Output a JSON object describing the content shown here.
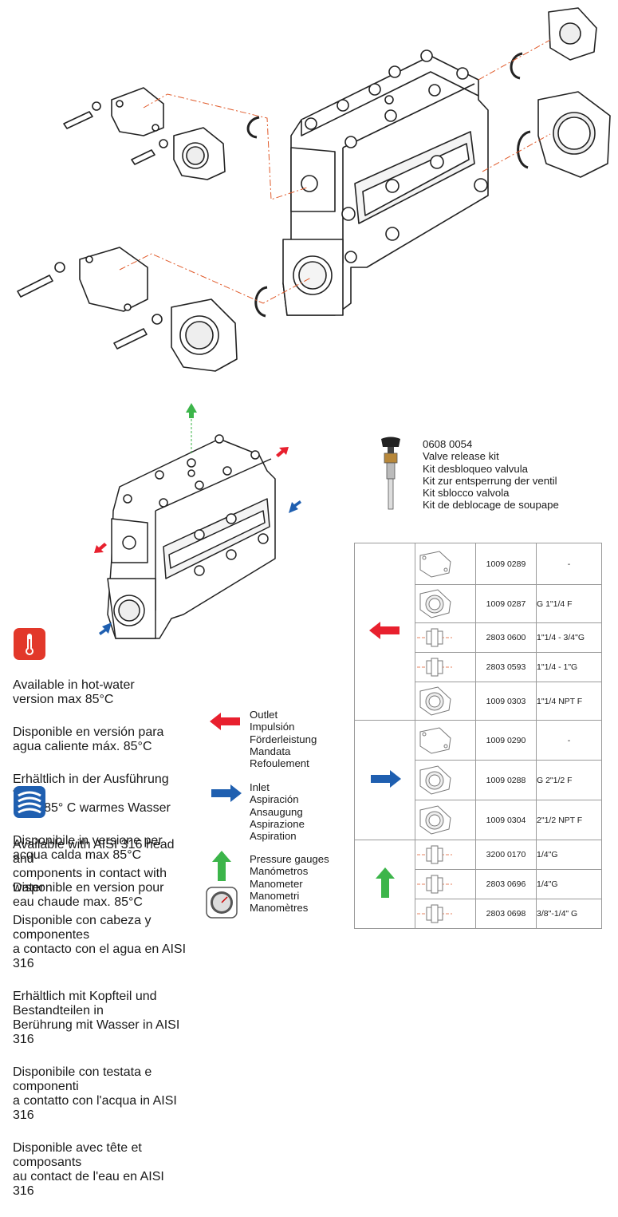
{
  "kit": {
    "code": "0608 0054",
    "names": [
      "Valve release kit",
      "Kit desbloqueo valvula",
      "Kit zur entsperrung der ventil",
      "Kit sblocco valvola",
      "Kit de deblocage de soupape"
    ]
  },
  "info_hot_water": [
    "Available in hot-water\nversion max 85°C",
    "Disponible en versión para\nagua caliente máx. 85°C",
    "Erhältlich in der Ausführung für\nmax. 85° C warmes Wasser",
    "Disponibile in versione per\nacqua calda max 85°C",
    "Disponible en version pour\neau chaude max. 85°C"
  ],
  "info_aisi": [
    "Available with AISI 316 head and\ncomponents in contact with water",
    "Disponible con cabeza y componentes\na contacto con el agua en AISI 316",
    "Erhältlich mit Kopfteil und Bestandteilen in\nBerührung mit Wasser in AISI 316",
    "Disponibile con testata e componenti\na contatto con l'acqua in AISI 316",
    "Disponible avec tête et composants\nau contact de l'eau en AISI 316"
  ],
  "legend": {
    "outlet": [
      "Outlet",
      "Impulsión",
      "Förderleistung",
      "Mandata",
      "Refoulement"
    ],
    "inlet": [
      "Inlet",
      "Aspiración",
      "Ansaugung",
      "Aspirazione",
      "Aspiration"
    ],
    "gauges": [
      "Pressure gauges",
      "Manómetros",
      "Manometer",
      "Manometri",
      "Manomètres"
    ]
  },
  "colors": {
    "outlet": "#e8202e",
    "inlet": "#1f5fb0",
    "gauge": "#3cb54a",
    "info_red": "#e2382a",
    "info_blue": "#1f5fb0",
    "dash": "#e05a2a"
  },
  "parts": [
    {
      "group": "outlet",
      "icon": "flange-plate-icon",
      "code": "1009 0289",
      "desc": "-"
    },
    {
      "group": "outlet",
      "icon": "threaded-flange-icon",
      "code": "1009 0287",
      "desc": "G 1\"1/4 F"
    },
    {
      "group": "outlet",
      "icon": "fitting-icon",
      "code": "2803 0600",
      "desc": "1\"1/4 - 3/4\"G"
    },
    {
      "group": "outlet",
      "icon": "fitting-icon",
      "code": "2803 0593",
      "desc": "1\"1/4 - 1\"G"
    },
    {
      "group": "outlet",
      "icon": "threaded-flange-icon",
      "code": "1009 0303",
      "desc": "1\"1/4 NPT F"
    },
    {
      "group": "inlet",
      "icon": "flange-plate-icon",
      "code": "1009 0290",
      "desc": "-"
    },
    {
      "group": "inlet",
      "icon": "threaded-flange-icon",
      "code": "1009 0288",
      "desc": "G 2\"1/2 F"
    },
    {
      "group": "inlet",
      "icon": "threaded-flange-icon",
      "code": "1009 0304",
      "desc": "2\"1/2 NPT F"
    },
    {
      "group": "gauge",
      "icon": "fitting-icon",
      "code": "3200 0170",
      "desc": "1/4\"G"
    },
    {
      "group": "gauge",
      "icon": "fitting-icon",
      "code": "2803 0696",
      "desc": "1/4\"G"
    },
    {
      "group": "gauge",
      "icon": "fitting-icon",
      "code": "2803 0698",
      "desc": "3/8\"-1/4\" G"
    }
  ]
}
